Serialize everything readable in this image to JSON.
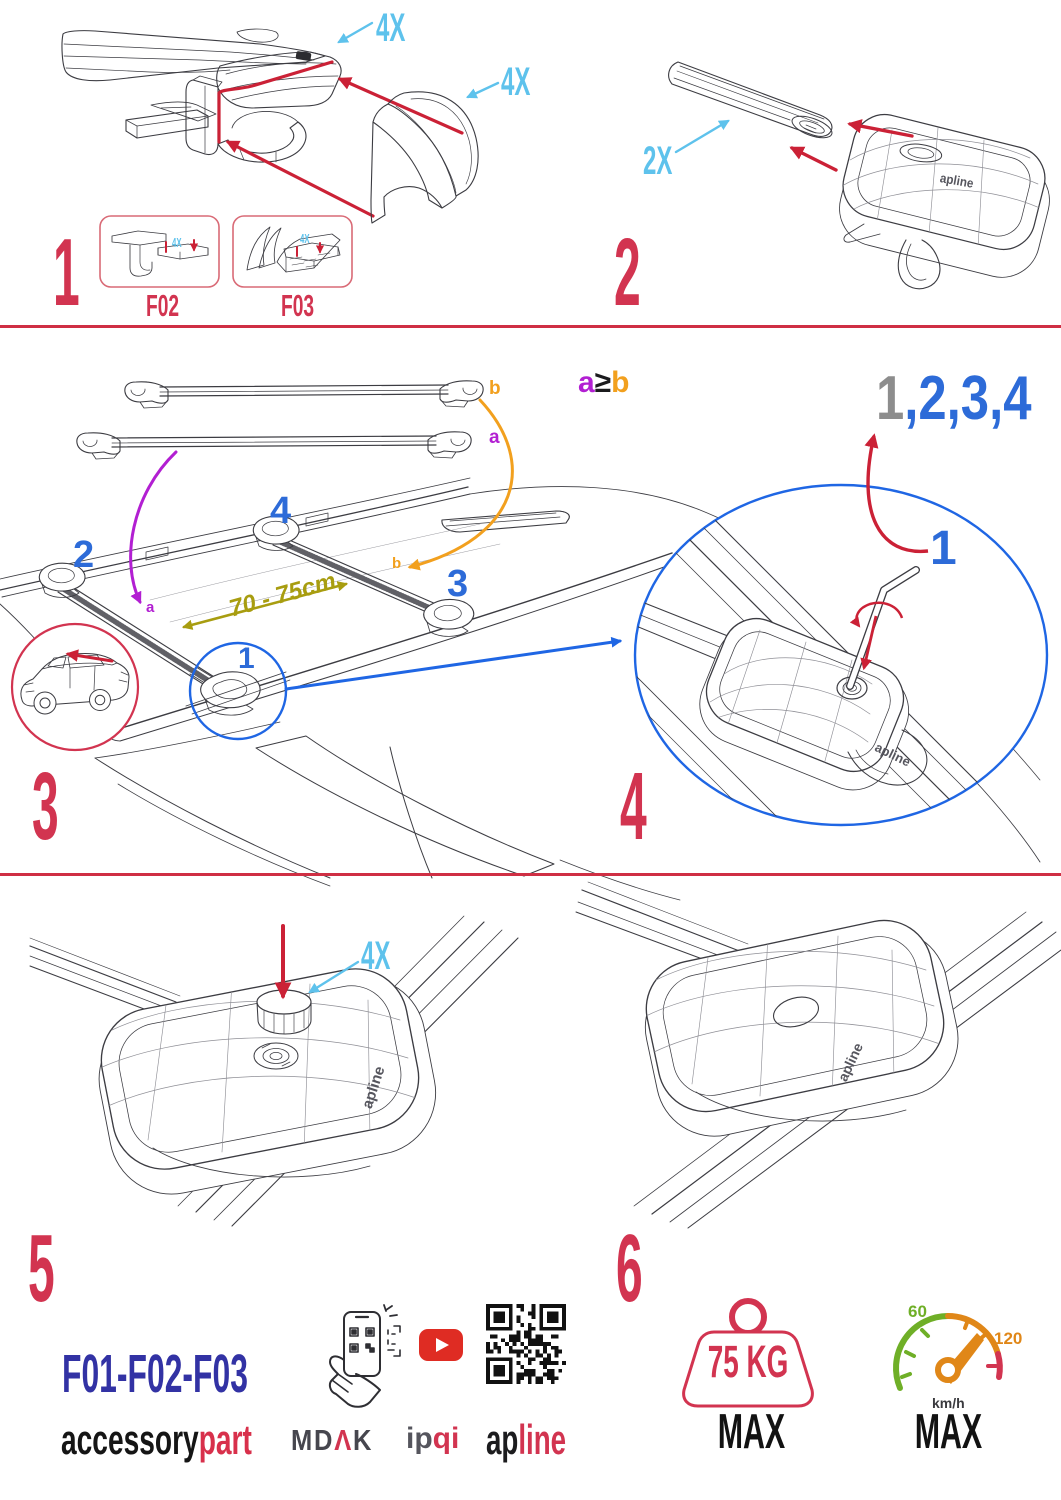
{
  "document": {
    "type": "roof-rack crossbar installation instructions",
    "page_background": "#ffffff"
  },
  "colors": {
    "crimson": "#d23450",
    "arrow_red": "#cb2136",
    "cyan": "#5ec2ec",
    "blue": "#2d6bd8",
    "purple": "#b21fd2",
    "orange": "#f2a01e",
    "olive": "#a89d10",
    "navy": "#3232a4",
    "gray_digit": "#8d8d8d",
    "lineart": "#3c3c42"
  },
  "steps": {
    "step1": {
      "number": "1",
      "bar_qty": "4X",
      "cover_qty": "4X",
      "boxes": [
        {
          "label": "F02",
          "qty": "4X"
        },
        {
          "label": "F03",
          "qty": "4X"
        }
      ]
    },
    "step2": {
      "number": "2",
      "qty": "2X"
    },
    "step3": {
      "number": "3",
      "bar_b_tag": "b",
      "bar_a_tag": "a",
      "rule_a": "a",
      "rule_gte": "≥",
      "rule_b": "b",
      "pos_front_left": "2",
      "pos_rear_left": "4",
      "pos_rear_right": "3",
      "pos_front_right": "1",
      "roof_a_tag": "a",
      "roof_b_tag": "b",
      "distance": "70 - 75cm"
    },
    "step4": {
      "number": "4",
      "sequence_first": "1",
      "sequence_rest": ",2,3,4",
      "position_tag": "1"
    },
    "step5": {
      "number": "5",
      "qty": "4X"
    },
    "step6": {
      "number": "6"
    }
  },
  "footer": {
    "product_codes": "F01-F02-F03",
    "brand_black": "accessory",
    "brand_red": "part",
    "mdak_md": "MD",
    "mdak_a": "Λ",
    "mdak_k": "K",
    "ipqi_gray": "ip",
    "ipqi_red": "qi",
    "apline_gray": "ap",
    "apline_red": "line",
    "weight_value": "75 KG",
    "weight_max": "MAX",
    "speed_low": "60",
    "speed_high": "120",
    "speed_unit": "km/h",
    "speed_max": "MAX",
    "icons": [
      "phone-scan-icon",
      "youtube-icon",
      "qr-code-icon",
      "weight-icon",
      "speedometer-icon"
    ]
  },
  "foot_brand": "apline"
}
